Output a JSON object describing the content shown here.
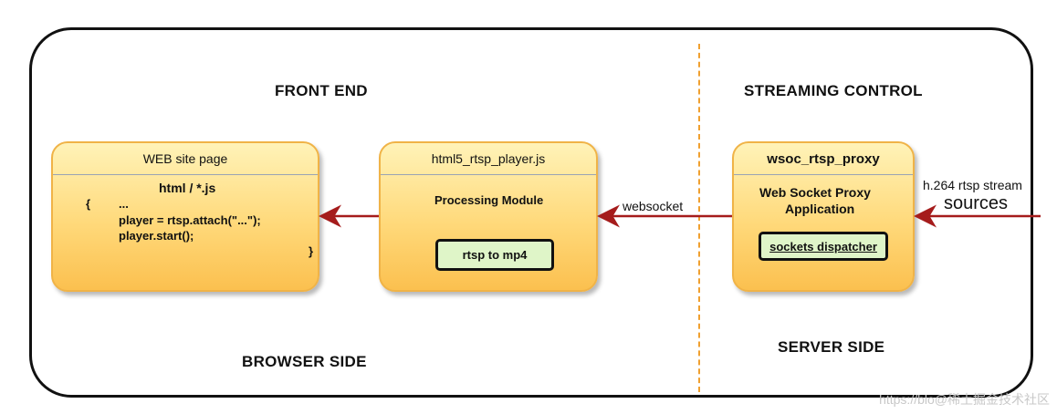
{
  "sections": {
    "front_end": "FRONT END",
    "streaming_control": "STREAMING CONTROL",
    "browser_side": "BROWSER SIDE",
    "server_side": "SERVER SIDE"
  },
  "web_page": {
    "header": "WEB site page",
    "code_title": "html / *.js",
    "open_brace": "{",
    "line1": "...",
    "line2": "player = rtsp.attach(\"...\");",
    "line3": "player.start();",
    "close_brace": "}"
  },
  "player": {
    "header": "html5_rtsp_player.js",
    "label": "Processing Module",
    "button": "rtsp to mp4"
  },
  "proxy": {
    "header": "wsoc_rtsp_proxy",
    "label_line1": "Web Socket Proxy",
    "label_line2": "Application",
    "button": "sockets dispatcher"
  },
  "connections": {
    "websocket": "websocket",
    "source_line1": "h.264 rtsp stream",
    "source_line2": "sources"
  },
  "watermark": "https://blo@稀土掘金技术社区",
  "colors": {
    "arrow": "#a51c1c",
    "divider": "#f0a030",
    "box_border": "#f0b347",
    "button_fill": "#dff5c8"
  }
}
